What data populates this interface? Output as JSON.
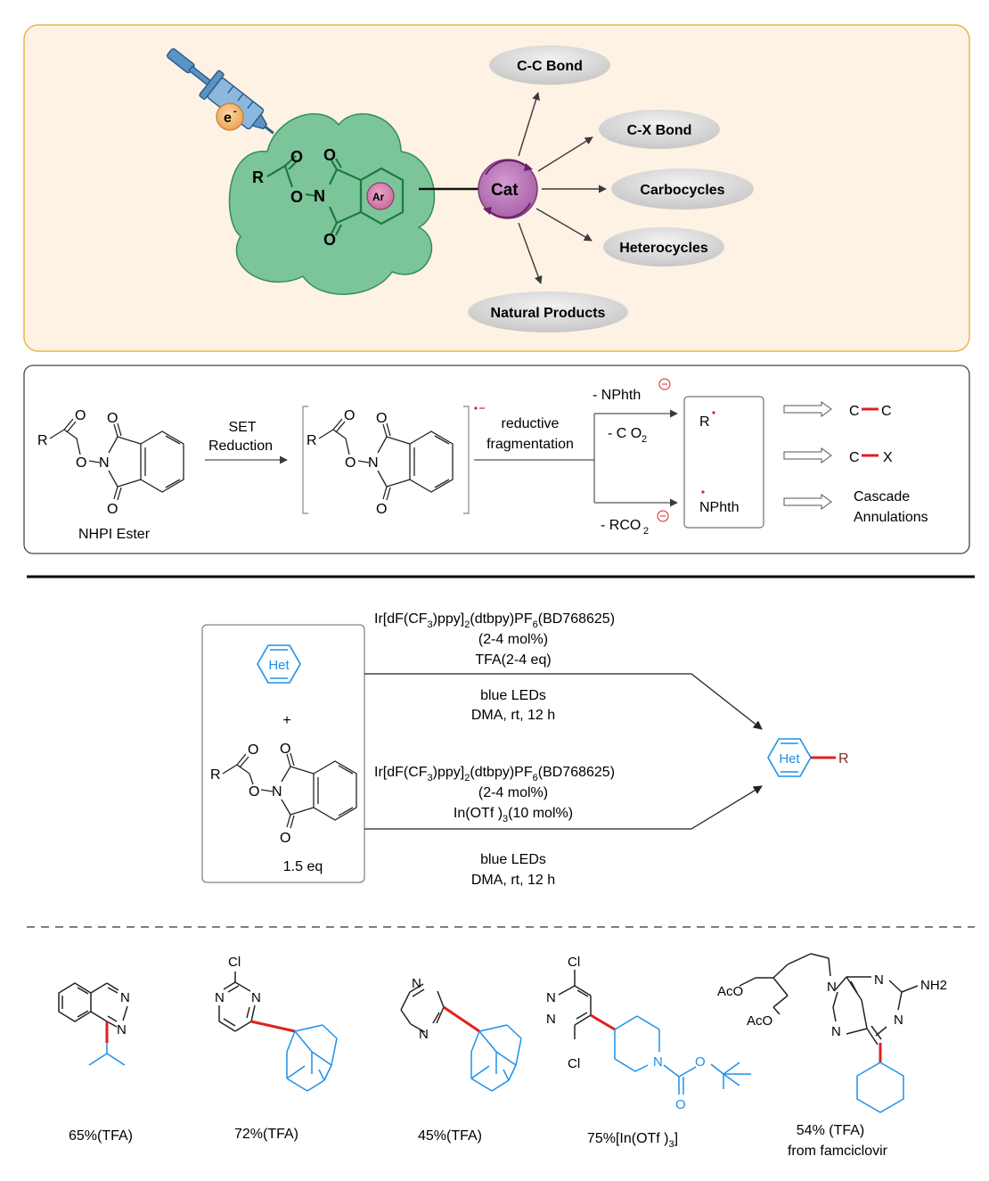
{
  "colors": {
    "panel_fill": "#fdf2e4",
    "panel_border": "#e8b74a",
    "cloud_fill": "#7cc59b",
    "cloud_stroke": "#2f8f56",
    "catalyst_fill": "#b574b4",
    "pill_fill": "#d2d2d2",
    "bond_red": "#e02020",
    "het_blue": "#1e90e8",
    "syringe_blue": "#5a93c4",
    "electron_orange": "#f3b468"
  },
  "icons": [
    "syringe-icon",
    "electron-icon",
    "cloud-shape",
    "catalyst-cycle-icon",
    "open-arrow-icon"
  ],
  "top": {
    "electron": "e",
    "electron_sup": "-",
    "mol": {
      "R": "R",
      "O1": "O",
      "O2": "O",
      "N": "N",
      "O3": "O",
      "O4": "O",
      "Ar": "Ar"
    },
    "catalyst": "Cat",
    "products": [
      "C-C Bond",
      "C-X Bond",
      "Carbocycles",
      "Heterocycles",
      "Natural Products"
    ]
  },
  "mechanism": {
    "ester": {
      "R": "R",
      "O1": "O",
      "O2": "O",
      "N": "N",
      "O3": "O",
      "O4": "O",
      "label": "NHPI Ester"
    },
    "step1": [
      "SET",
      "Reduction"
    ],
    "anion": {
      "R": "R",
      "O1": "O",
      "O2": "O",
      "N": "N",
      "O3": "O",
      "O4": "O"
    },
    "step2": [
      "reductive",
      "fragmentation"
    ],
    "path_up": {
      "a": "- NPhth",
      "b": "- C O",
      "b_sub": "2"
    },
    "path_down": {
      "a": "- RCO",
      "a_sub": "2"
    },
    "radical1": "R",
    "radical2": "NPhth",
    "outcomes": {
      "cc": {
        "a": "C",
        "b": "C"
      },
      "cx": {
        "a": "C",
        "b": "X"
      },
      "cascade": [
        "Cascade",
        "Annulations"
      ]
    }
  },
  "reaction": {
    "het": "Het",
    "plus": "+",
    "ester": {
      "R": "R",
      "O1": "O",
      "O2": "O",
      "N": "N",
      "O3": "O",
      "O4": "O"
    },
    "equiv": "1.5 eq",
    "cond_top": {
      "cat_a": "Ir[dF(CF",
      "cat_sub1": "3",
      "cat_b": ")ppy]",
      "cat_sub2": "2",
      "cat_c": "(dtbpy)PF",
      "cat_sub3": "6",
      "cat_d": "(BD768625)",
      "load": "(2-4 mol%)",
      "add": "TFA(2-4 eq)",
      "light": "blue LEDs",
      "solvent": "DMA, rt, 12 h"
    },
    "cond_bottom": {
      "cat_a": "Ir[dF(CF",
      "cat_sub1": "3",
      "cat_b": ")ppy]",
      "cat_sub2": "2",
      "cat_c": "(dtbpy)PF",
      "cat_sub3": "6",
      "cat_d": "(BD768625)",
      "load": "(2-4 mol%)",
      "add_a": "In(OTf )",
      "add_sub": "3",
      "add_b": "(10 mol%)",
      "light": "blue LEDs",
      "solvent": "DMA, rt, 12 h"
    },
    "product": {
      "het": "Het",
      "R": "R"
    }
  },
  "examples": [
    {
      "atoms": [
        "N",
        "N"
      ],
      "yield": "65%(TFA)"
    },
    {
      "atoms": [
        "Cl",
        "N",
        "N"
      ],
      "yield": "72%(TFA)"
    },
    {
      "atoms": [
        "N",
        "N"
      ],
      "yield": "45%(TFA)"
    },
    {
      "atoms": [
        "Cl",
        "N",
        "N",
        "Cl",
        "N",
        "O",
        "O"
      ],
      "yield_a": "75%[In(OTf )",
      "yield_sub": "3",
      "yield_b": "]"
    },
    {
      "atoms": [
        "AcO",
        "AcO",
        "N",
        "N",
        "NH2",
        "N",
        "N"
      ],
      "yield": "54% (TFA)",
      "note": "from famciclovir"
    }
  ]
}
